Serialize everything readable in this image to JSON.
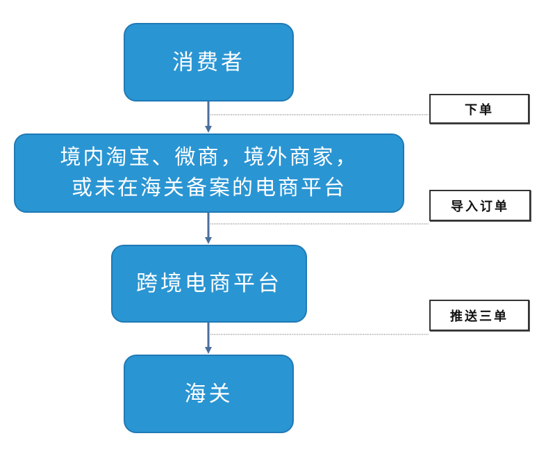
{
  "nodes": {
    "consumer": "消费者",
    "platforms_line1": "境内淘宝、微商，境外商家，",
    "platforms_line2": "或未在海关备案的电商平台",
    "crossborder": "跨境电商平台",
    "customs": "海关"
  },
  "steps": {
    "order": "下单",
    "import_order": "导入订单",
    "push_three": "推送三单"
  },
  "colors": {
    "node_fill": "#2a95d3",
    "node_border": "#1f79b5",
    "arrow": "#4a6e9c",
    "text_on_node": "#ffffff",
    "tag_border": "#333333"
  }
}
